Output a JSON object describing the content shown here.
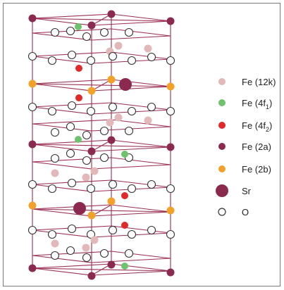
{
  "legend": [
    {
      "label": "Fe (12k)",
      "sub": "",
      "color": "#e2b8b8",
      "shape": "small-dot"
    },
    {
      "label": "Fe (4f",
      "sub": "1",
      "tail": ")",
      "color": "#6cc36c",
      "shape": "small-dot"
    },
    {
      "label": "Fe (4f",
      "sub": "2",
      "tail": ")",
      "color": "#e02a2a",
      "shape": "small-dot"
    },
    {
      "label": "Fe (2a)",
      "sub": "",
      "color": "#8b2a4e",
      "shape": "small-dot"
    },
    {
      "label": "Fe (2b)",
      "sub": "",
      "color": "#f2a12a",
      "shape": "small-dot"
    },
    {
      "label": "Sr",
      "sub": "",
      "color": "#8b2a4e",
      "shape": "large-dot"
    },
    {
      "label": "O",
      "sub": "",
      "color": "#ffffff",
      "shape": "open-circle"
    }
  ],
  "colors": {
    "lattice_line": "#9a2e50",
    "fe12k": "#e2b8b8",
    "fe4f1": "#6cc36c",
    "fe4f2": "#e02a2a",
    "fe2a": "#8b2a4e",
    "fe2b": "#f2a12a",
    "sr": "#8b2a4e",
    "oxygen_fill": "#ffffff",
    "oxygen_stroke": "#333333"
  }
}
